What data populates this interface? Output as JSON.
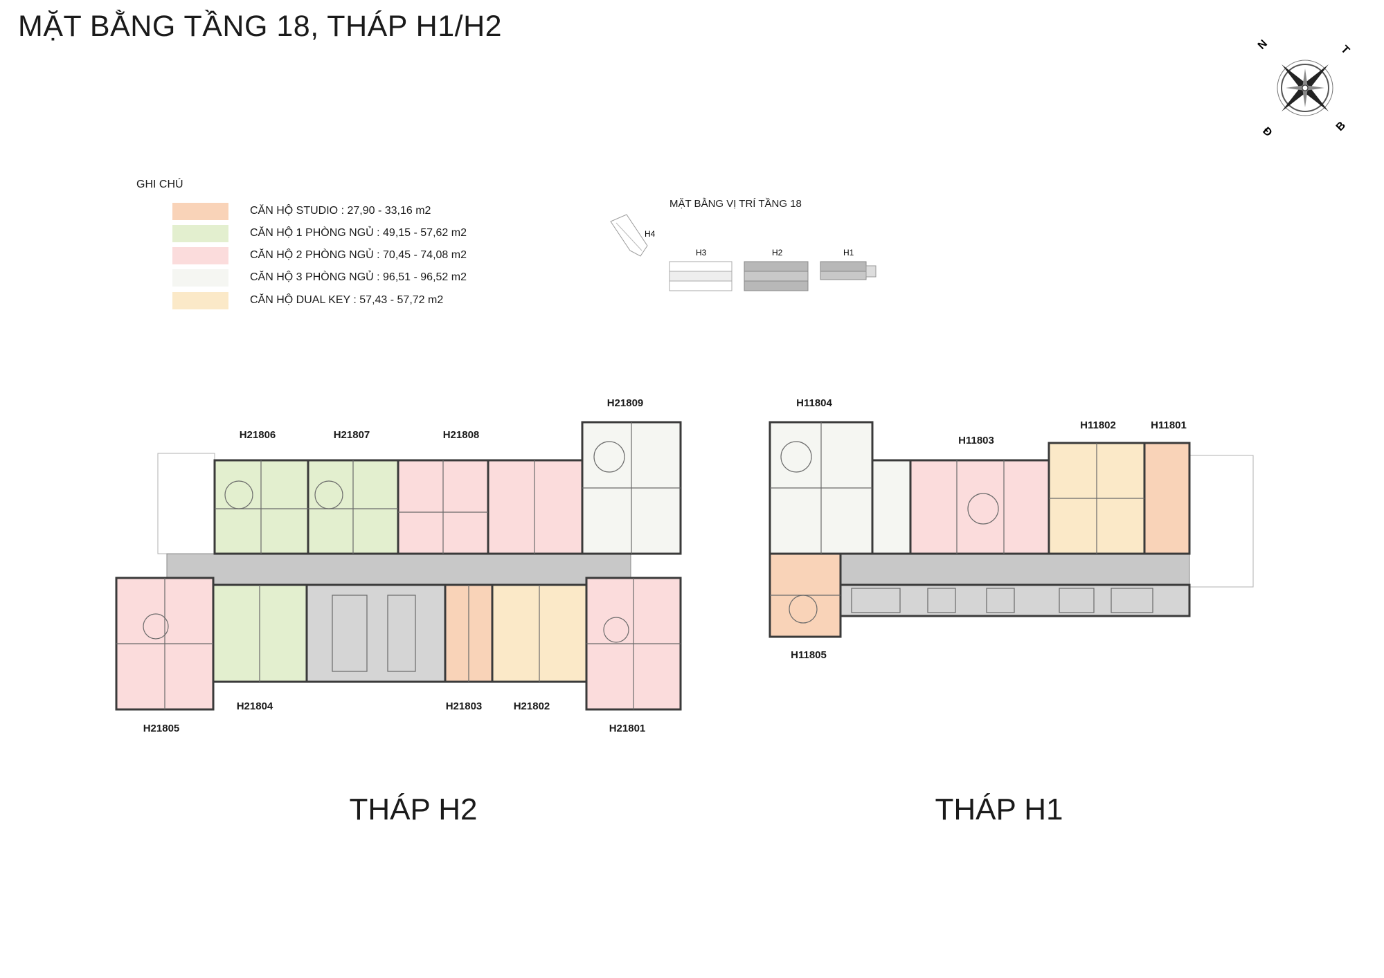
{
  "title": "MẶT BẰNG TẦNG 18, THÁP H1/H2",
  "compass": {
    "labels": [
      "N",
      "T",
      "Đ",
      "B"
    ]
  },
  "legend": {
    "title": "GHI CHÚ",
    "items": [
      {
        "label": "CĂN HỘ STUDIO : 27,90 - 33,16 m2",
        "color": "#f9d3b8"
      },
      {
        "label": "CĂN HỘ 1 PHÒNG NGỦ : 49,15 - 57,62 m2",
        "color": "#e3efcf"
      },
      {
        "label": "CĂN HỘ 2 PHÒNG NGỦ : 70,45 - 74,08 m2",
        "color": "#fbdcdc"
      },
      {
        "label": "CĂN HỘ 3 PHÒNG NGỦ : 96,51 - 96,52 m2",
        "color": "#f5f6f2"
      },
      {
        "label": "CĂN HỘ DUAL KEY : 57,43 - 57,72 m2",
        "color": "#fbe9c8"
      }
    ]
  },
  "location_map": {
    "title": "MẶT BẰNG VỊ TRÍ TẦNG 18",
    "towers": [
      "H4",
      "H3",
      "H2",
      "H1"
    ]
  },
  "tower_h2": {
    "name": "THÁP H2",
    "units": [
      "H21806",
      "H21807",
      "H21808",
      "H21809",
      "H21805",
      "H21804",
      "H21803",
      "H21802",
      "H21801"
    ]
  },
  "tower_h1": {
    "name": "THÁP H1",
    "units": [
      "H11804",
      "H11803",
      "H11802",
      "H11801",
      "H11805"
    ]
  },
  "colors": {
    "corridor": "#c8c8c8",
    "wall": "#3a3a3a",
    "core": "#d5d5d5",
    "balcony_line": "#9a9a9a"
  }
}
